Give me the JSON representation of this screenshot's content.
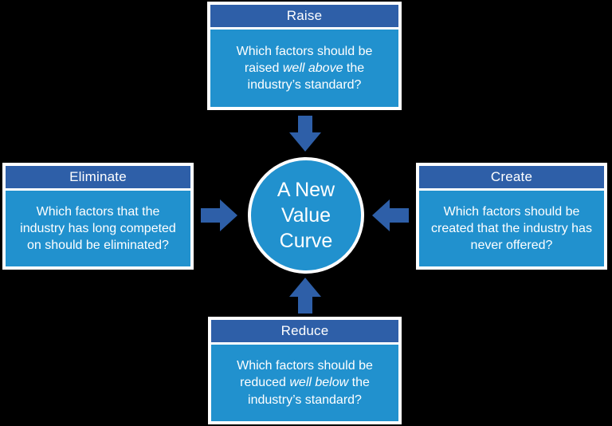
{
  "colors": {
    "background": "#000000",
    "dark_blue": "#2E5FA8",
    "light_blue": "#2191CE",
    "text_white": "#FFFFFF",
    "box_border": "#FFFFFF"
  },
  "center": {
    "label": "A New\nValue\nCurve"
  },
  "boxes": {
    "raise": {
      "title": "Raise",
      "line1": "Which factors should be",
      "line2_before": "raised ",
      "line2_italic": "well above",
      "line2_after": " the",
      "line3": "industry’s standard?"
    },
    "eliminate": {
      "title": "Eliminate",
      "line1": "Which factors that the",
      "line2_before": "industry has long competed",
      "line2_italic": "",
      "line2_after": "",
      "line3": "on should be eliminated?"
    },
    "create": {
      "title": "Create",
      "line1": "Which factors should be",
      "line2_before": "created that the industry has",
      "line2_italic": "",
      "line2_after": "",
      "line3": "never offered?"
    },
    "reduce": {
      "title": "Reduce",
      "line1": "Which factors should be",
      "line2_before": "reduced ",
      "line2_italic": "well below",
      "line2_after": " the",
      "line3": "industry’s standard?"
    }
  },
  "icons": {
    "top_arrow": "arrow-down-icon",
    "bottom_arrow": "arrow-up-icon",
    "left_arrow": "arrow-right-icon",
    "right_arrow": "arrow-left-icon"
  }
}
